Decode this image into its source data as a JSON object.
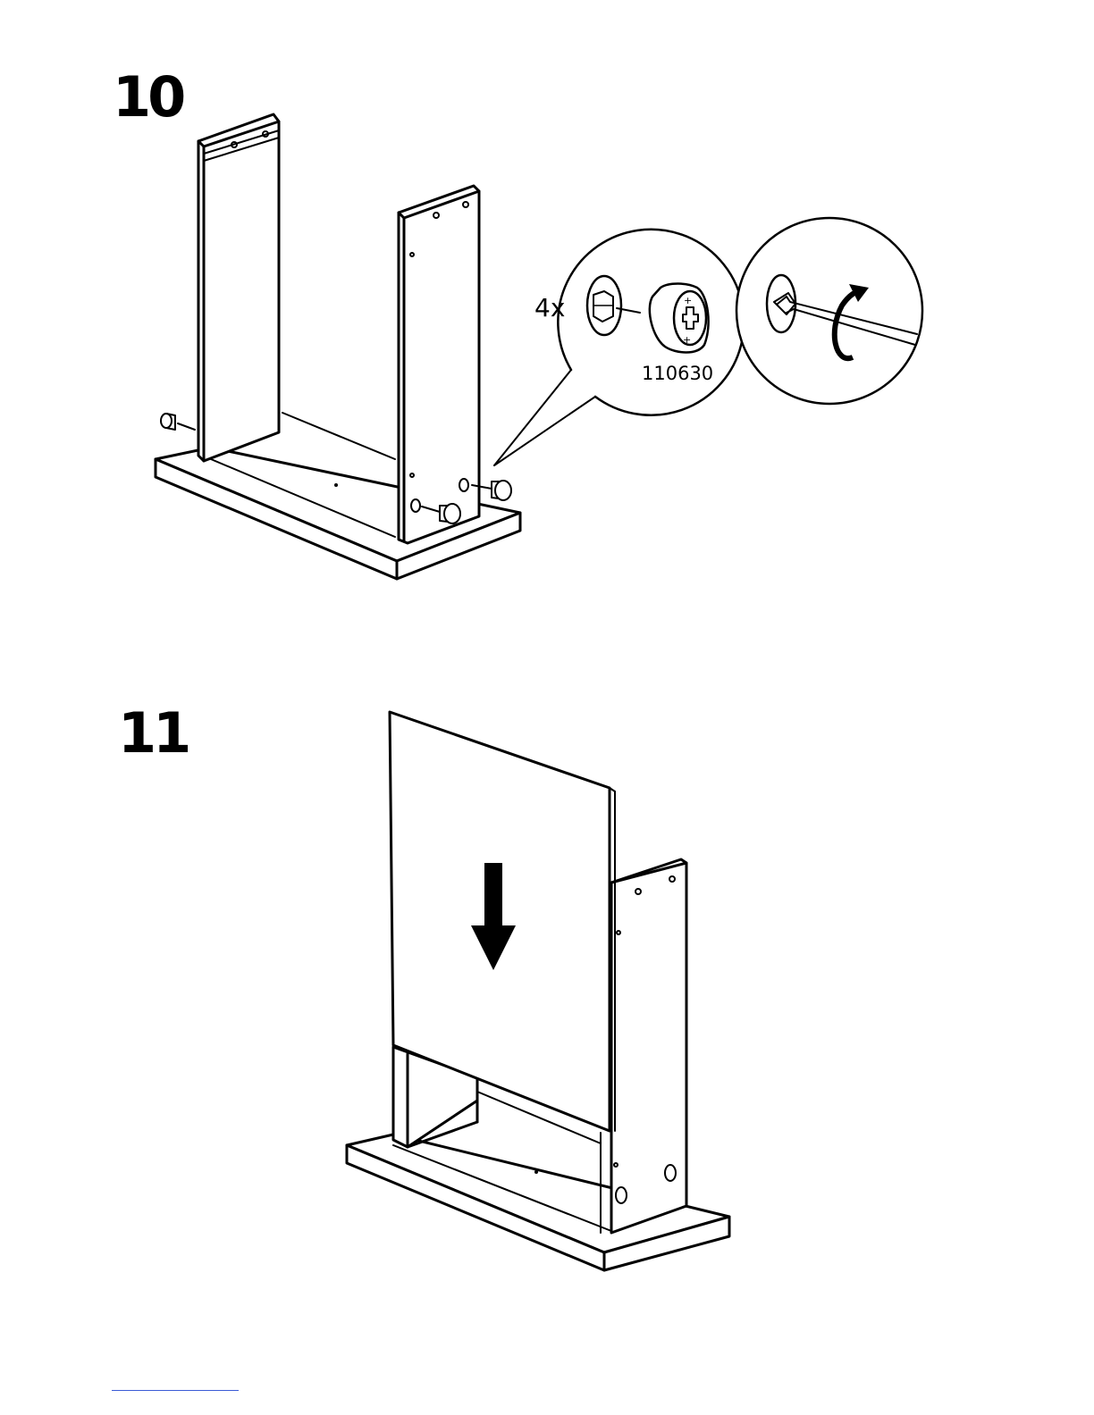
{
  "steps": [
    {
      "number": "10",
      "callout": {
        "quantity": "4x",
        "part_number": "110630"
      }
    },
    {
      "number": "11"
    }
  ],
  "colors": {
    "ink": "#000000",
    "paper": "#ffffff",
    "footer_link": "#3b5bd6"
  }
}
